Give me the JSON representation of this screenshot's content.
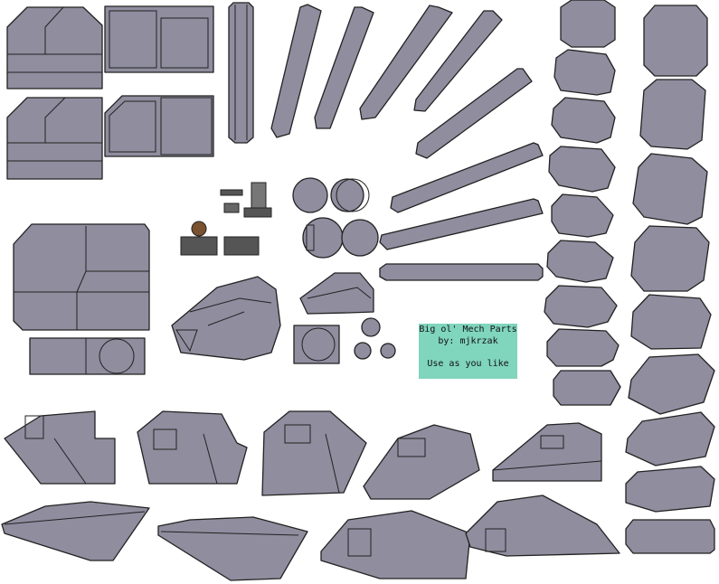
{
  "sheet": {
    "title": "Big ol' Mech Parts",
    "author": "by: mjkrzak",
    "license": "Use as you like",
    "colors": {
      "part_fill": "#8f8d9e",
      "outline": "#222222",
      "label_bg": "#80d5bd",
      "background": "#ffffff"
    }
  }
}
